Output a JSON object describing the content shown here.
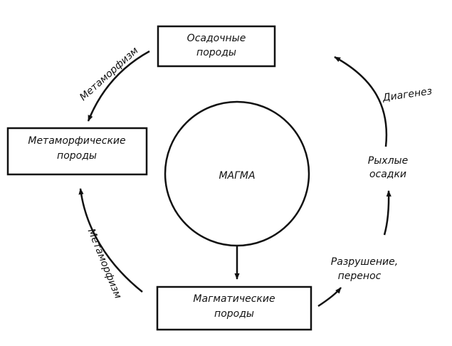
{
  "nodes": {
    "sedimentary": {
      "line1": "Осадочные",
      "line2": "породы"
    },
    "metamorphic": {
      "line1": "Метаморфические",
      "line2": "породы"
    },
    "magmatic": {
      "line1": "Магматические",
      "line2": "породы"
    },
    "magma": {
      "label": "МАГМА"
    },
    "loose_sediments": {
      "line1": "Рыхлые",
      "line2": "осадки"
    }
  },
  "edges": {
    "metamorphism_top": "Метаморфизм",
    "metamorphism_left": "Метаморфизм",
    "diagenesis": "Диагенез",
    "destruction": {
      "line1": "Разрушение,",
      "line2": "перенос"
    }
  }
}
